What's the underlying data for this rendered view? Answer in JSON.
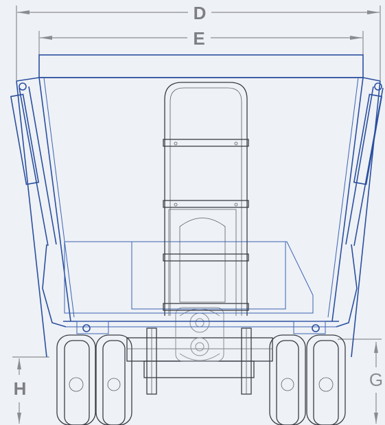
{
  "dimensions": {
    "d": "D",
    "e": "E",
    "h": "H",
    "g": "G"
  },
  "colors": {
    "body_blue": "#2a4f9e",
    "frame_dark": "#3a3d44",
    "dimension_gray": "#8a8c91",
    "background": "#eef1f6"
  }
}
